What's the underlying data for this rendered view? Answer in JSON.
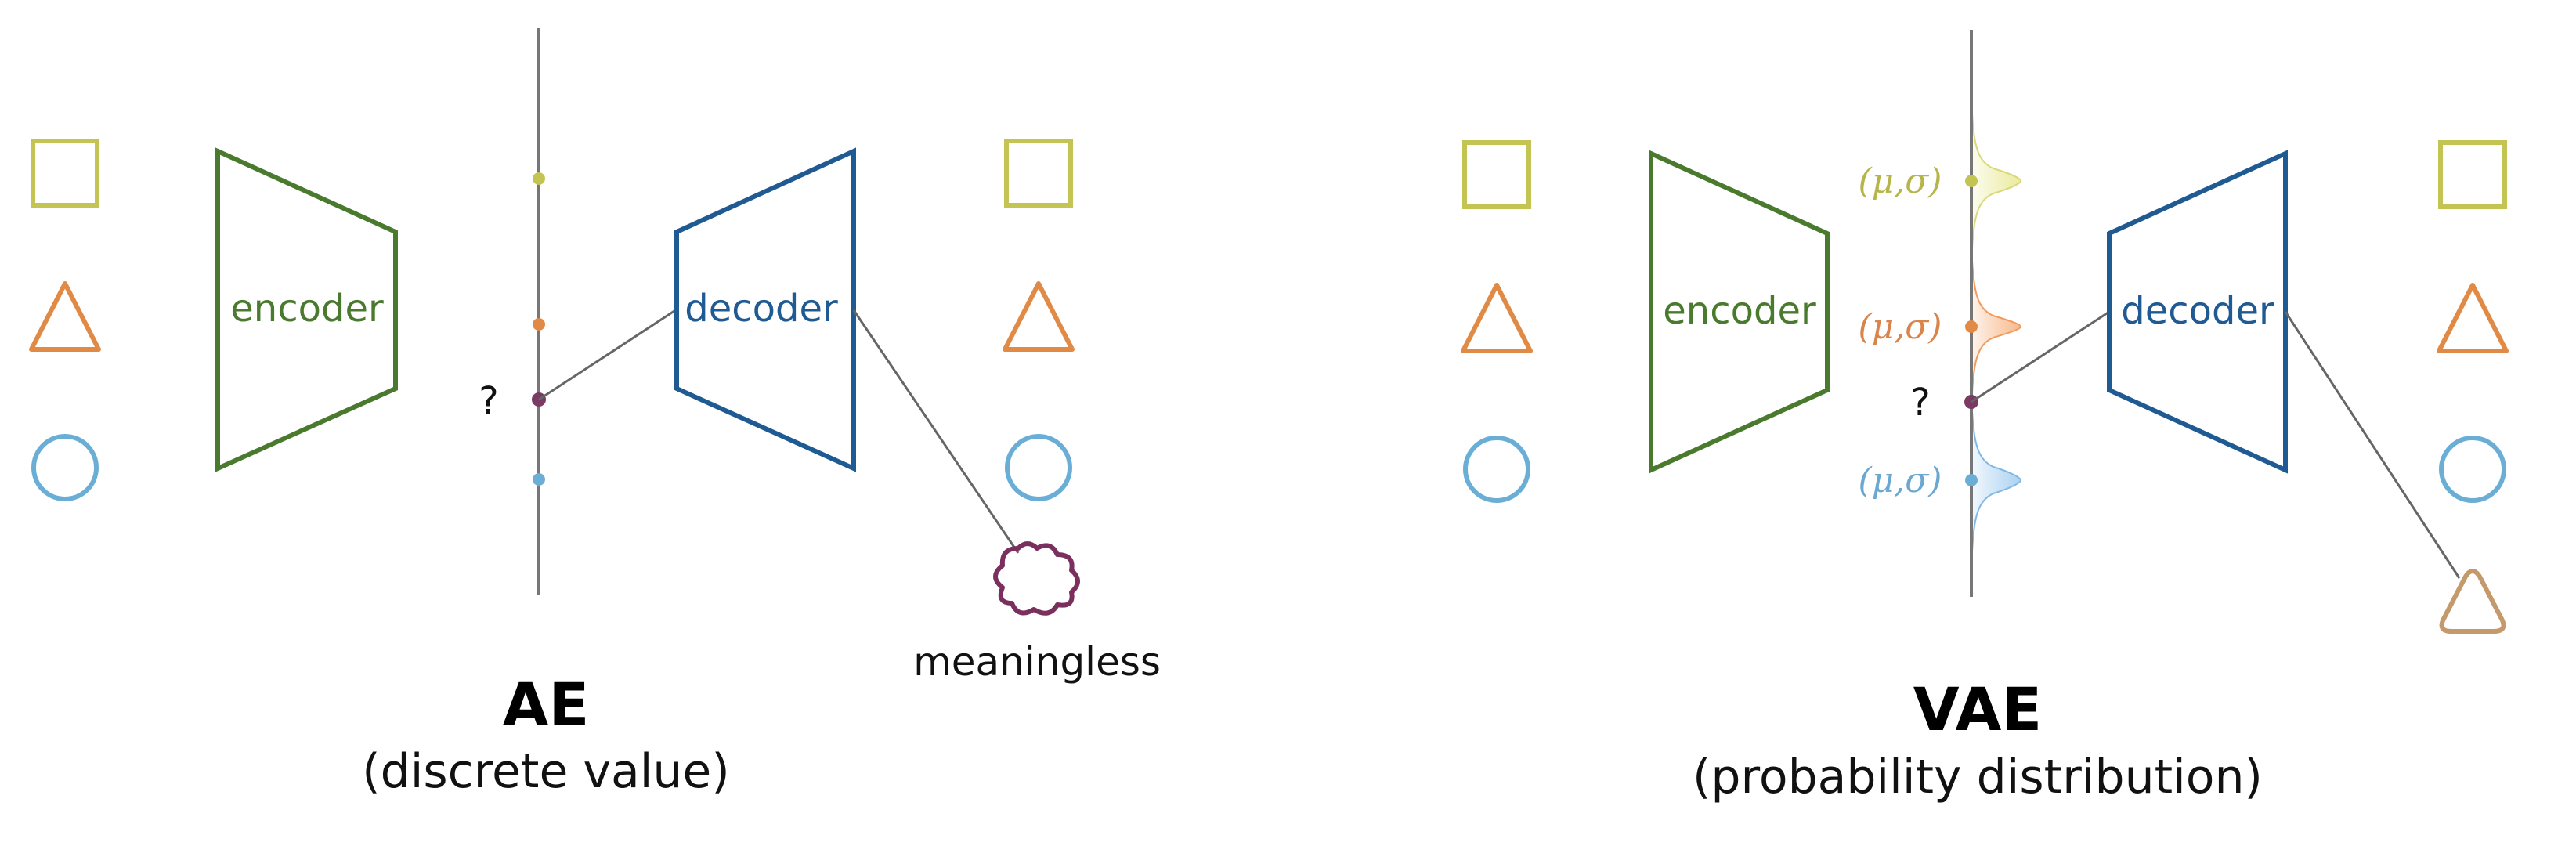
{
  "ae": {
    "encoder_label": "encoder",
    "decoder_label": "decoder",
    "question": "?",
    "meaningless_label": "meaningless",
    "title": "AE",
    "subtitle": "(discrete value)"
  },
  "vae": {
    "encoder_label": "encoder",
    "decoder_label": "decoder",
    "question": "?",
    "params": [
      "(μ,σ)",
      "(μ,σ)",
      "(μ,σ)"
    ],
    "title": "VAE",
    "subtitle": "(probability distribution)"
  },
  "colors": {
    "square": "#c3c452",
    "triangle": "#e08a45",
    "circle": "#6aaed6",
    "encoder": "#4a7a2e",
    "decoder": "#1f5a93",
    "latent_point": "#7b3a64",
    "axis": "#777777",
    "gauss_yellow": "#e9ea98",
    "gauss_orange": "#f7b584",
    "gauss_blue": "#a7cff0",
    "recon_triangle": "#c49a6c"
  }
}
